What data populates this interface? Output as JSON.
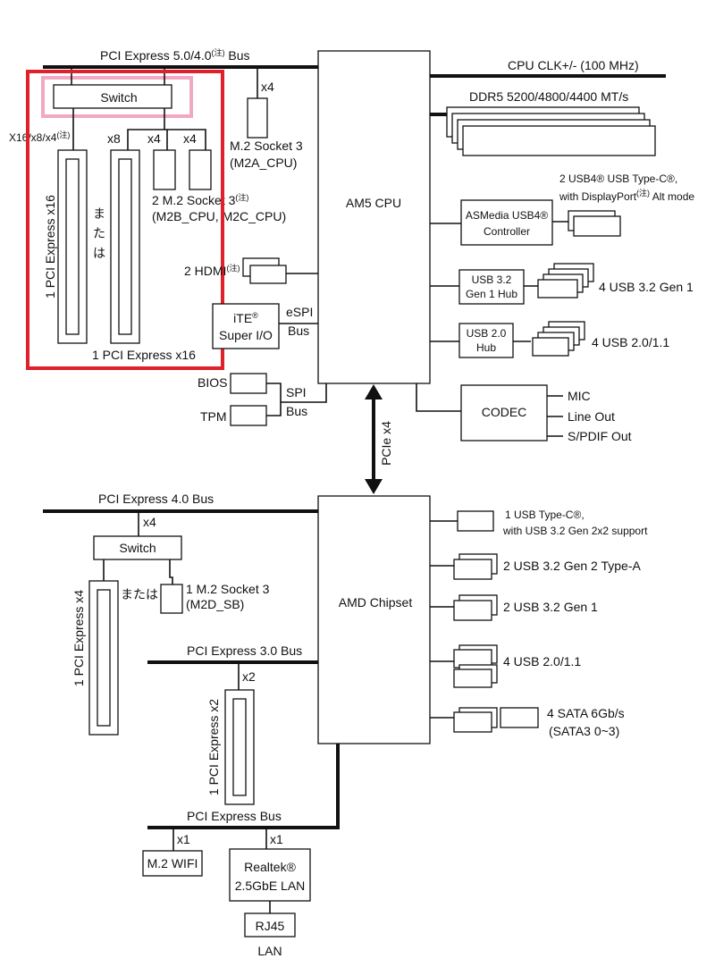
{
  "cpu": {
    "name": "AM5 CPU",
    "bus_main": "PCI Express 5.0/4.0",
    "bus_note": "(注)",
    "bus_suffix": "Bus",
    "clk": "CPU CLK+/- (100 MHz)",
    "ddr": "DDR5 5200/4800/4400 MT/s",
    "switch": "Switch",
    "lanes_x16_x8_x4": "X16/x8/x4",
    "note": "(注)",
    "lanes_x8": "x8",
    "lanes_x4": "x4",
    "m2_socket3_a": "M.2 Socket 3",
    "m2a_cpu": "(M2A_CPU)",
    "m2bc_line1": "2 M.2 Socket 3",
    "m2bc_line2": "(M2B_CPU, M2C_CPU)",
    "slot_left_label": "1 PCI Express x16",
    "mata_wa": "または",
    "slot_bottom_label": "1 PCI Express x16",
    "hdmi": "2 HDMI",
    "ite_line1": "iTE",
    "ite_reg": "®",
    "ite_line2": "Super I/O",
    "espi1": "eSPI",
    "espi2": "Bus",
    "bios": "BIOS",
    "tpm": "TPM",
    "spi1": "SPI",
    "spi2": "Bus",
    "usb4_line1": "2 USB4® USB Type-C®,",
    "usb4_line2a": "with DisplayPort",
    "usb4_line2b": "Alt mode",
    "asmedia1": "ASMedia USB4®",
    "asmedia2": "Controller",
    "hub32_1": "USB 3.2",
    "hub32_2": "Gen 1 Hub",
    "usb32g1": "4 USB 3.2 Gen 1",
    "hub20_1": "USB 2.0",
    "hub20_2": "Hub",
    "usb20": "4 USB 2.0/1.1",
    "codec": "CODEC",
    "mic": "MIC",
    "line_out": "Line Out",
    "spdif": "S/PDIF Out",
    "pcie_link": "PCIe x4"
  },
  "chipset": {
    "name": "AMD Chipset",
    "bus40": "PCI Express 4.0 Bus",
    "lanes_x4": "x4",
    "switch": "Switch",
    "slot_x4": "1 PCI Express x4",
    "mata_wa": "または",
    "m2d_line1": "1 M.2 Socket 3",
    "m2d_line2": "(M2D_SB)",
    "bus30": "PCI Express 3.0 Bus",
    "lanes_x2": "x2",
    "slot_x2": "1 PCI Express x2",
    "pcie_bus": "PCI Express Bus",
    "lanes_x1a": "x1",
    "lanes_x1b": "x1",
    "wifi": "M.2 WIFI",
    "realtek1": "Realtek®",
    "realtek2": "2.5GbE LAN",
    "rj45": "RJ45",
    "lan": "LAN",
    "typec_1": "1 USB Type-C®,",
    "typec_2": "with USB 3.2 Gen 2x2 support",
    "gen2a": "2 USB 3.2 Gen 2 Type-A",
    "gen1": "2 USB 3.2 Gen 1",
    "usb20": "4 USB 2.0/1.1",
    "sata1": "4 SATA 6Gb/s",
    "sata2": "(SATA3 0~3)"
  },
  "colors": {
    "red_highlight": "#e0202a",
    "pink_highlight": "#f2a8c4",
    "line": "#111111"
  }
}
